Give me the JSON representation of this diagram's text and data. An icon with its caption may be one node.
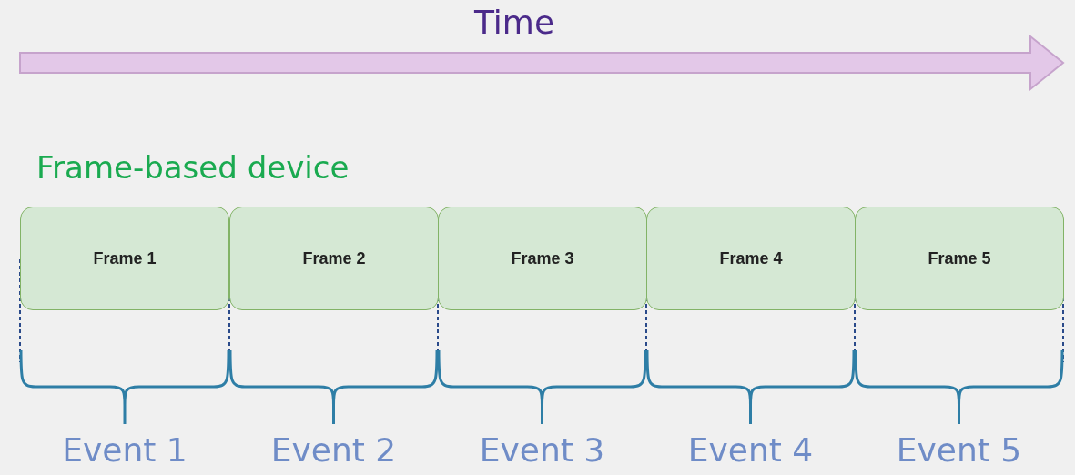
{
  "diagram": {
    "nodes": [
      {
        "text": [
          "Frame 1"
        ]
      },
      {
        "text": [
          "Frame 2"
        ]
      },
      {
        "text": [
          "Frame 3"
        ]
      },
      {
        "text": [
          "Frame 4"
        ]
      },
      {
        "text": [
          "Frame 5"
        ]
      }
    ],
    "labels": [
      "Time",
      "Frame-based device",
      "Event 1",
      "Event 2",
      "Event 3",
      "Event 4",
      "Event 5"
    ]
  }
}
